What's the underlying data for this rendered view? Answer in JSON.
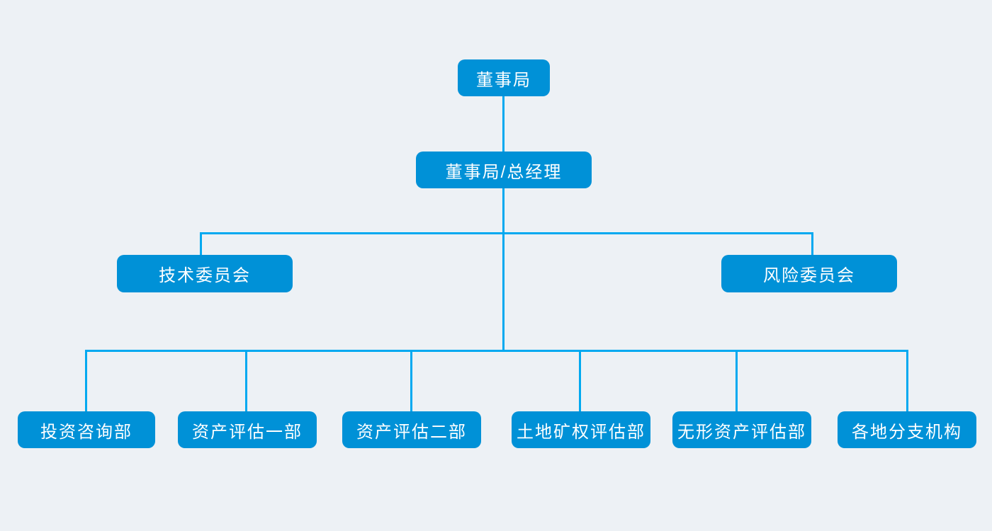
{
  "diagram": {
    "type": "org-chart",
    "nodes": [
      {
        "id": "board",
        "label": "董事局",
        "parent": null
      },
      {
        "id": "board-general-manager",
        "label": "董事局/总经理",
        "parent": "board"
      },
      {
        "id": "tech-committee",
        "label": "技术委员会",
        "parent": "board-general-manager"
      },
      {
        "id": "risk-committee",
        "label": "风险委员会",
        "parent": "board-general-manager"
      },
      {
        "id": "investment-consulting-dept",
        "label": "投资咨询部",
        "parent": "board-general-manager"
      },
      {
        "id": "asset-appraisal-dept-1",
        "label": "资产评估一部",
        "parent": "board-general-manager"
      },
      {
        "id": "asset-appraisal-dept-2",
        "label": "资产评估二部",
        "parent": "board-general-manager"
      },
      {
        "id": "land-mining-rights-appraisal-dept",
        "label": "土地矿权评估部",
        "parent": "board-general-manager"
      },
      {
        "id": "intangible-asset-appraisal-dept",
        "label": "无形资产评估部",
        "parent": "board-general-manager"
      },
      {
        "id": "branch-offices",
        "label": "各地分支机构",
        "parent": "board-general-manager"
      }
    ],
    "colors": {
      "background": "#edf1f5",
      "node_fill": "#0091d7",
      "connector": "#00a9f0",
      "text": "#ffffff"
    }
  }
}
